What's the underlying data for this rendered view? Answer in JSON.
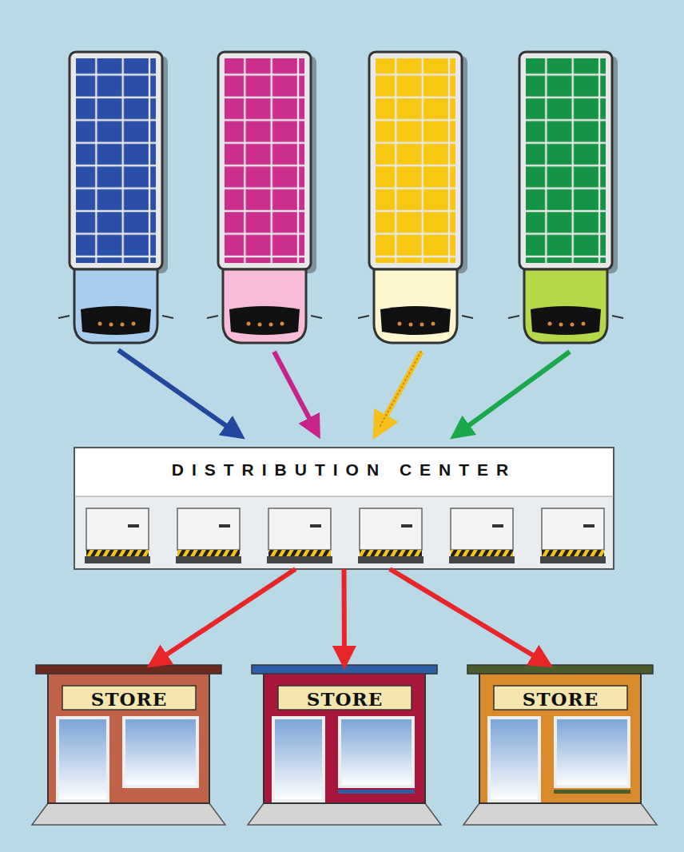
{
  "diagram": {
    "nodes": [
      {
        "text": [
          "DISTRIBUTION CENTER"
        ]
      },
      {
        "text": [
          "STORE"
        ]
      },
      {
        "text": [
          "STORE"
        ]
      },
      {
        "text": [
          "STORE"
        ]
      }
    ],
    "edges": [
      {
        "from": 0,
        "to": 1,
        "arrow": "to"
      },
      {
        "from": 0,
        "to": 2,
        "arrow": "to"
      },
      {
        "from": 0,
        "to": 3,
        "arrow": "to"
      }
    ]
  }
}
